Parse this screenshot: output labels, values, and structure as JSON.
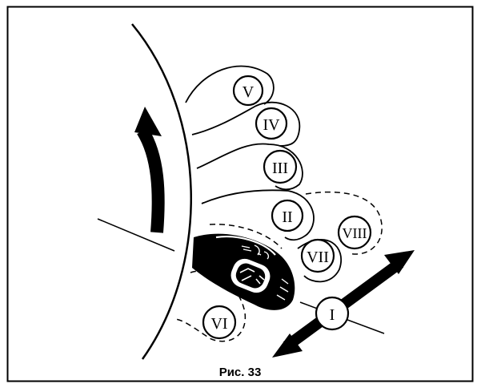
{
  "figure": {
    "caption": "Рис. 33",
    "positions": [
      {
        "id": "v",
        "label": "V"
      },
      {
        "id": "iv",
        "label": "IV"
      },
      {
        "id": "iii",
        "label": "III"
      },
      {
        "id": "ii",
        "label": "II"
      },
      {
        "id": "viii",
        "label": "VIII"
      },
      {
        "id": "vii",
        "label": "VII"
      },
      {
        "id": "vi",
        "label": "VI"
      },
      {
        "id": "i",
        "label": "I"
      }
    ]
  }
}
